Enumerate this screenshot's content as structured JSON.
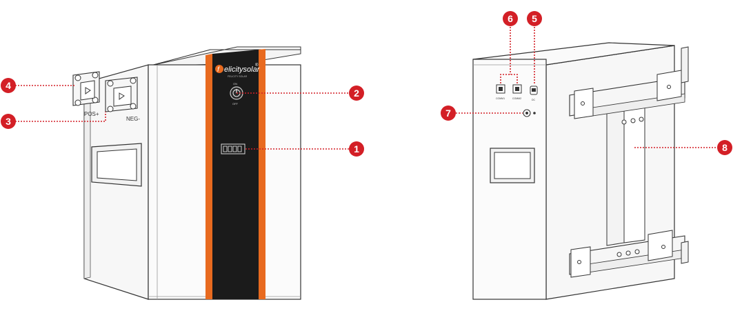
{
  "brand": {
    "logo_text": "elicitysolar",
    "logo_registered": "®",
    "logo_initial": "f",
    "subtitle": "FELICITY SOLAR"
  },
  "front_view": {
    "terminal_pos_label": "POS+",
    "terminal_neg_label": "NEG-",
    "switch_on_label": "ON",
    "switch_off_label": "OFF",
    "callouts": [
      {
        "number": "1",
        "part": "soc-display"
      },
      {
        "number": "2",
        "part": "power-switch"
      },
      {
        "number": "3",
        "part": "negative-terminal"
      },
      {
        "number": "4",
        "part": "positive-terminal"
      }
    ]
  },
  "rear_view": {
    "port_com1_label": "COMM1",
    "port_com2_label": "COMM2",
    "port_usb_label": "DC",
    "callouts": [
      {
        "number": "5",
        "part": "usb-port"
      },
      {
        "number": "6",
        "part": "communication-ports"
      },
      {
        "number": "7",
        "part": "dry-contact"
      },
      {
        "number": "8",
        "part": "wall-mount-bracket"
      }
    ]
  },
  "colors": {
    "callout_red": "#d31f26",
    "accent_orange": "#e86a1f",
    "panel_black": "#1b1b1b",
    "outline": "#333333"
  }
}
